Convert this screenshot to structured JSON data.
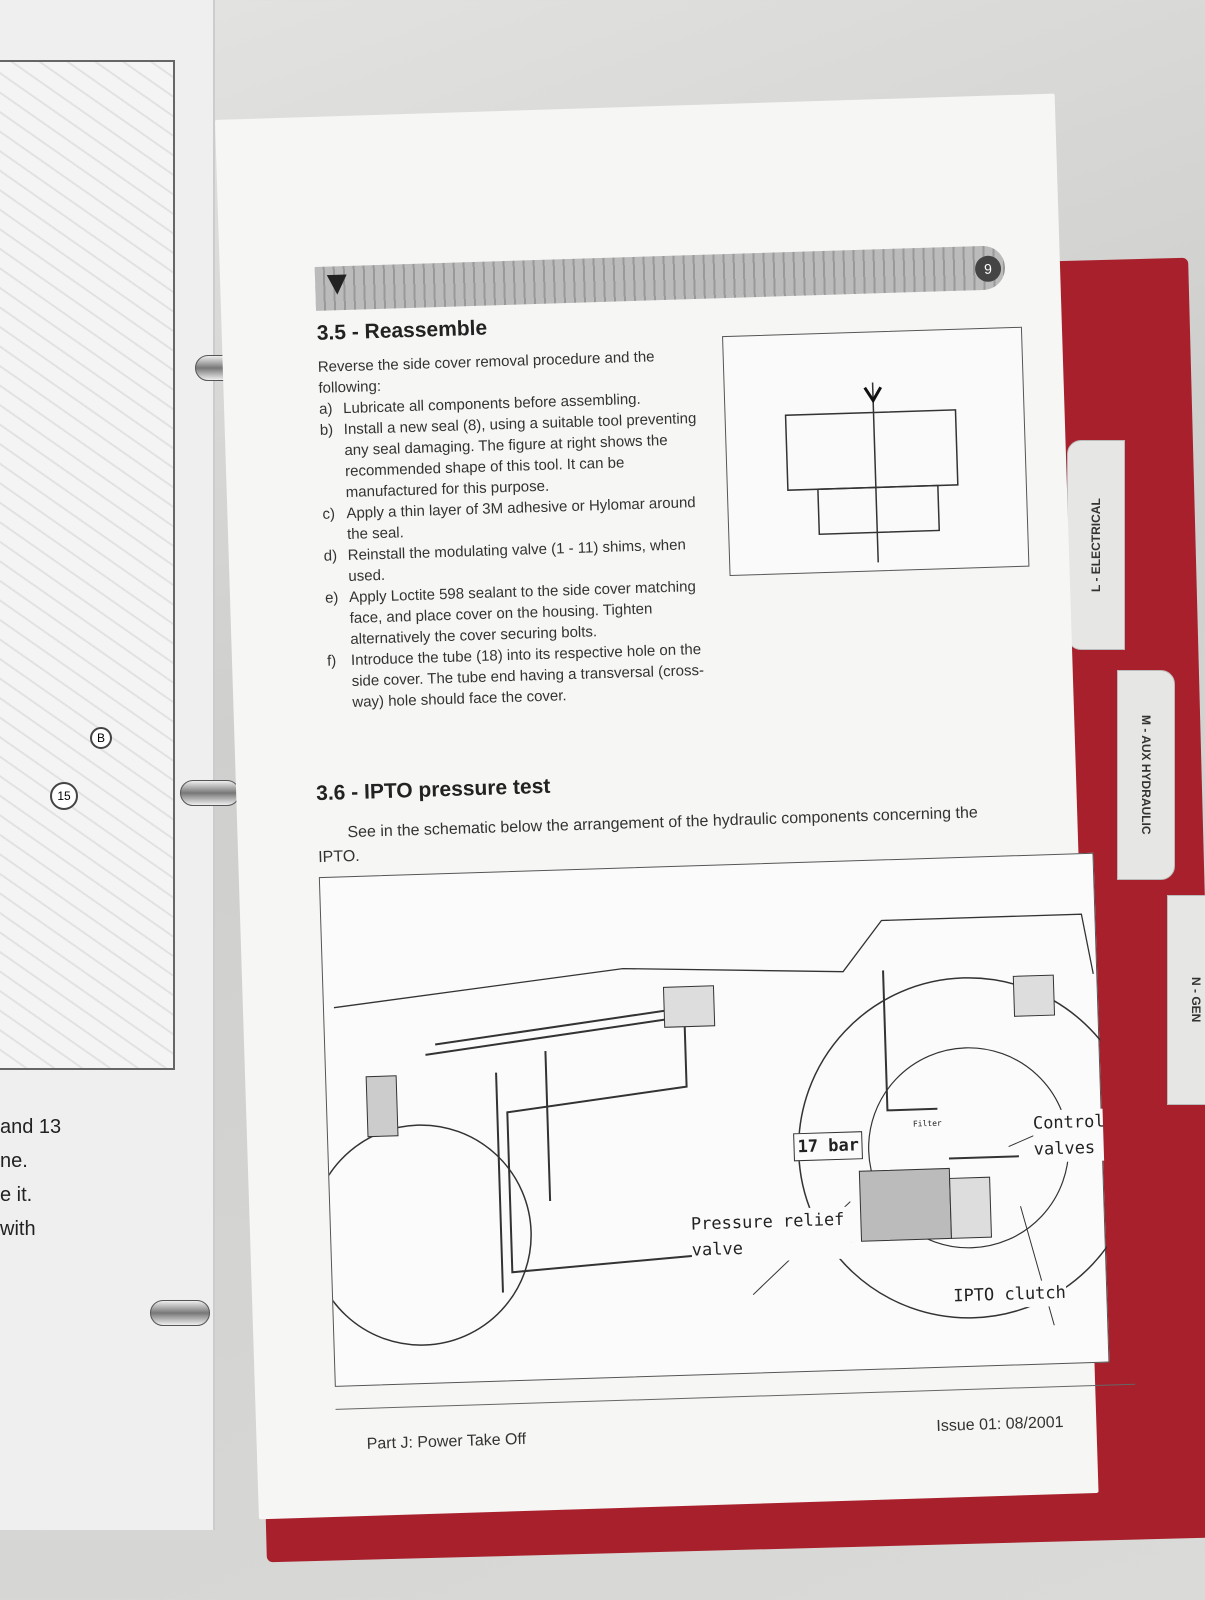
{
  "left_page": {
    "lines": [
      "and 13",
      "ne.",
      "e it.",
      "with"
    ],
    "callouts": [
      "15",
      "B"
    ]
  },
  "tabs": [
    "L - ELECTRICAL",
    "M - AUX HYDRAULIC",
    "N - GEN"
  ],
  "header": {
    "page_number": "9"
  },
  "section_35": {
    "title": "3.5 - Reassemble",
    "intro": "Reverse the side cover removal procedure and the following:",
    "items": [
      {
        "mark": "a)",
        "text": "Lubricate all components before assembling."
      },
      {
        "mark": "b)",
        "text": "Install a new seal (8), using a suitable tool preventing any seal damaging. The figure at right shows the recommended shape of this tool. It can be manufactured for this purpose."
      },
      {
        "mark": "c)",
        "text": "Apply a thin layer of 3M adhesive or Hylomar around the seal."
      },
      {
        "mark": "d)",
        "text": "Reinstall the modulating valve (1 - 11) shims, when used."
      },
      {
        "mark": "e)",
        "text": "Apply Loctite 598 sealant to the side cover matching face, and place cover on the housing. Tighten alternatively the cover securing bolts."
      },
      {
        "mark": "f)",
        "text": "Introduce the tube (18) into its respective hole on the side cover. The tube end having a transversal (cross-way) hole should face the cover."
      }
    ]
  },
  "section_36": {
    "title": "3.6 - IPTO pressure test",
    "intro": "See in the schematic below the arrangement of the hydraulic components concerning the IPTO."
  },
  "schematic": {
    "labels": {
      "pressure": "17 bar",
      "relief": "Pressure relief valve",
      "control": "Control valves",
      "clutch": "IPTO clutch",
      "filter": "Filter"
    }
  },
  "footer": {
    "left": "Part J: Power Take Off",
    "right": "Issue 01: 08/2001"
  }
}
